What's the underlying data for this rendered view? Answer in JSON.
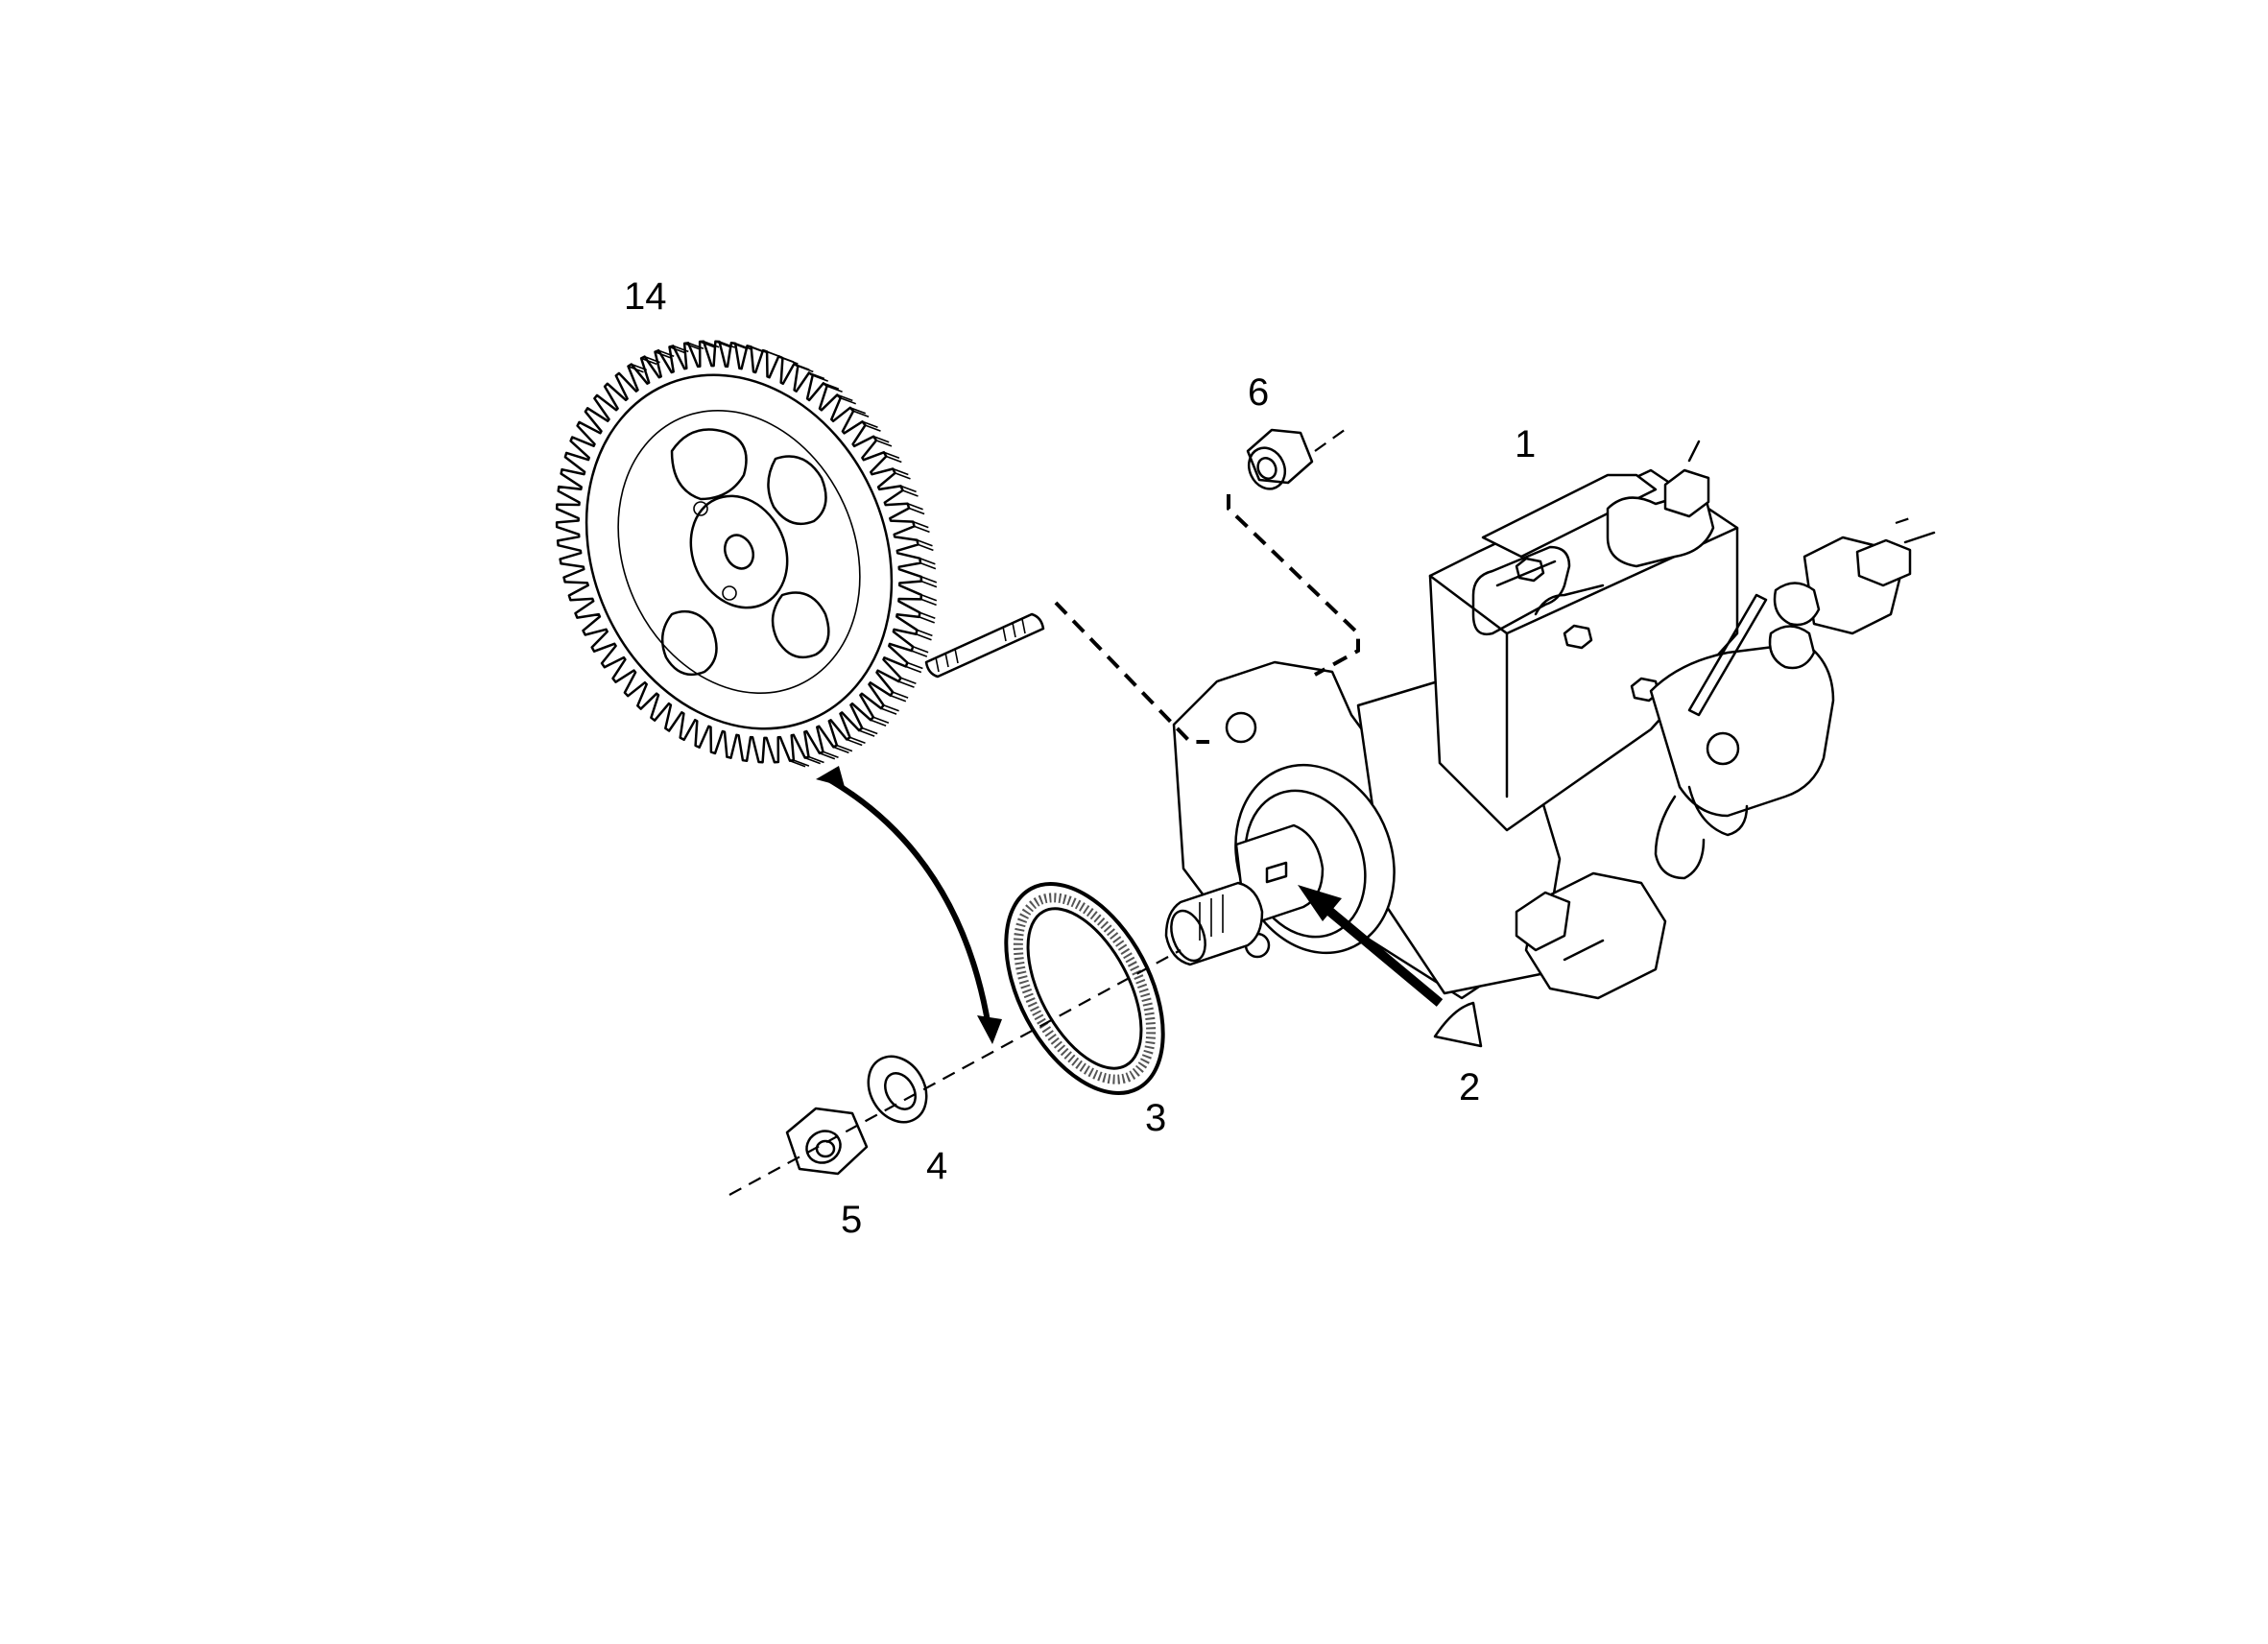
{
  "callouts": {
    "c1": "1",
    "c2": "2",
    "c3": "3",
    "c4": "4",
    "c5": "5",
    "c6": "6",
    "c14": "14"
  }
}
